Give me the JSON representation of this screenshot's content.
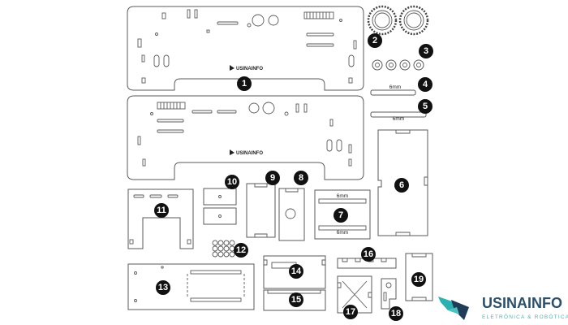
{
  "parts": [
    {
      "number": "1"
    },
    {
      "number": "2"
    },
    {
      "number": "3"
    },
    {
      "number": "4"
    },
    {
      "number": "5"
    },
    {
      "number": "6"
    },
    {
      "number": "7"
    },
    {
      "number": "8"
    },
    {
      "number": "9"
    },
    {
      "number": "10"
    },
    {
      "number": "11"
    },
    {
      "number": "12"
    },
    {
      "number": "13"
    },
    {
      "number": "14"
    },
    {
      "number": "15"
    },
    {
      "number": "16"
    },
    {
      "number": "17"
    },
    {
      "number": "18"
    },
    {
      "number": "19"
    }
  ],
  "plate_brand_text": "USINAINFO",
  "rod_labels": {
    "rod_4": "6mm",
    "rod_5": "6mm",
    "holder_7_top": "6mm",
    "holder_7_bottom": "6mm"
  },
  "logo": {
    "name": "USINAINFO",
    "tagline": "ELETRÔNICA & ROBÓTICA",
    "colors": {
      "name": "#2c4f6b",
      "tagline": "#4db3b0",
      "mark_teal": "#2bb1b0",
      "mark_dark": "#1f3d58"
    }
  }
}
